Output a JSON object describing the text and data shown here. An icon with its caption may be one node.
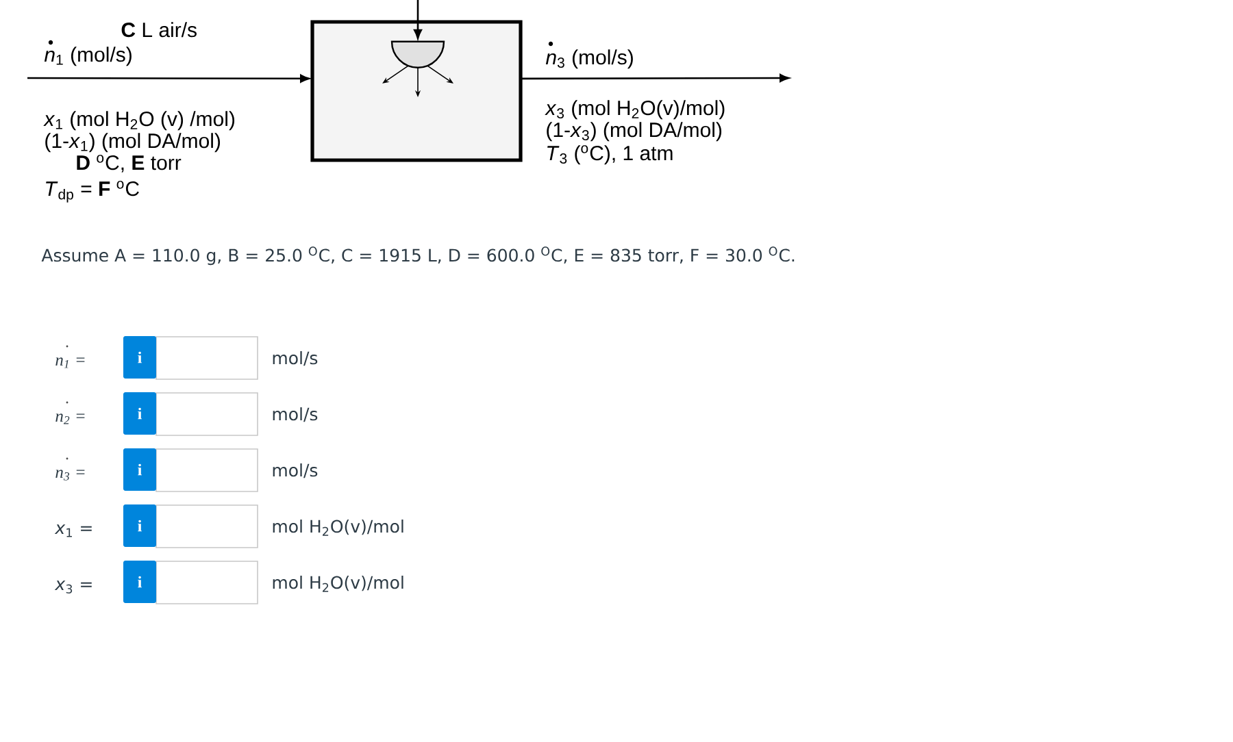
{
  "diagram": {
    "nodes": [
      {
        "text": [],
        "shape": "box"
      },
      {
        "text": [],
        "shape": "semicircle",
        "in": 0
      }
    ],
    "edges": [
      {
        "from": null,
        "to": 0,
        "arrow": "to"
      },
      {
        "from": 0,
        "to": null,
        "arrow": "to"
      },
      {
        "from": null,
        "to": 1,
        "arrow": "to"
      },
      {
        "from": 1,
        "to": null,
        "arrow": "to"
      },
      {
        "from": 1,
        "to": null,
        "arrow": "to"
      },
      {
        "from": 1,
        "to": null,
        "arrow": "to"
      }
    ],
    "labels": [
      "**C** L air/s",
      "*n*$_{1}$ (mol/s)",
      "*x*$_{1}$ (mol H$_{2}$O (v) /mol)",
      "(1-*x*$_{1}$) (mol DA/mol)",
      "**D** $^{o}$C, **E** torr",
      "*T*$_{dp}$ = **F** $^{o}$C",
      "*n*$_{3}$ (mol/s)",
      "*x*$_{3}$ (mol H$_{2}$O(v)/mol)",
      "(1-*x*$_{3}$) (mol DA/mol)",
      "*T*$_{3}$ ($^{o}$C), 1 atm",
      "Assume A = 110.0 g, B = 25.0 $^{O}$C, C = 1915 L, D = 600.0 $^{O}$C, E = 835 torr, F = 30.0 $^{O}$C.",
      "*n*$_{1}$ =",
      "i",
      "mol/s",
      "*n*$_{2}$ =",
      "i",
      "mol/s",
      "*n*$_{3}$ =",
      "i",
      "mol/s",
      "*x*$_{1}$ =",
      "i",
      "mol H$_{2}$O(v)/mol",
      "*x*$_{3}$ =",
      "i",
      "mol H$_{2}$O(v)/mol"
    ]
  }
}
